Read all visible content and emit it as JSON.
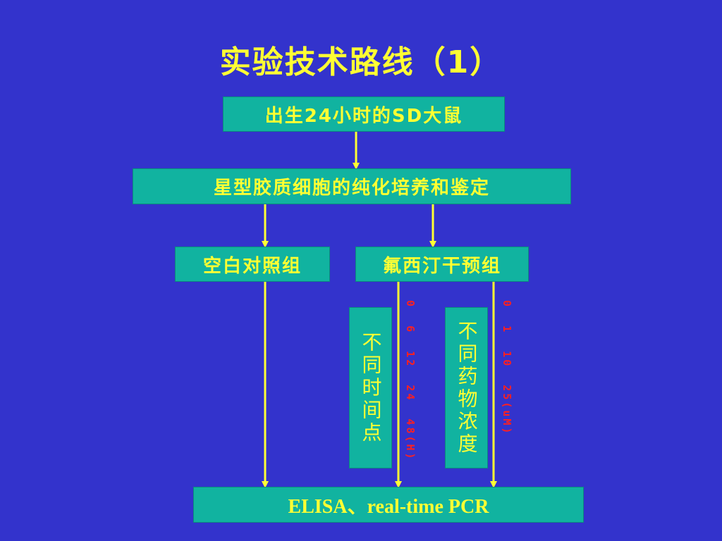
{
  "title": "实验技术路线（1）",
  "nodes": {
    "source": "出生24小时的SD大鼠",
    "culture": "星型胶质细胞的纯化培养和鉴定",
    "control": "空白对照组",
    "treatment": "氟西汀干预组",
    "timepoints": "不同时间点",
    "concentrations": "不同药物浓度",
    "assay": "ELISA、real-time PCR"
  },
  "labels": {
    "timepoint_values": "0  6  12  24  48(H)",
    "concentration_values": "0  1  10  25(uM)"
  },
  "colors": {
    "background": "#3333cc",
    "box_fill": "#11b3a0",
    "text": "#ffff33",
    "arrow": "#ffff33",
    "label_text": "#ff2020"
  }
}
